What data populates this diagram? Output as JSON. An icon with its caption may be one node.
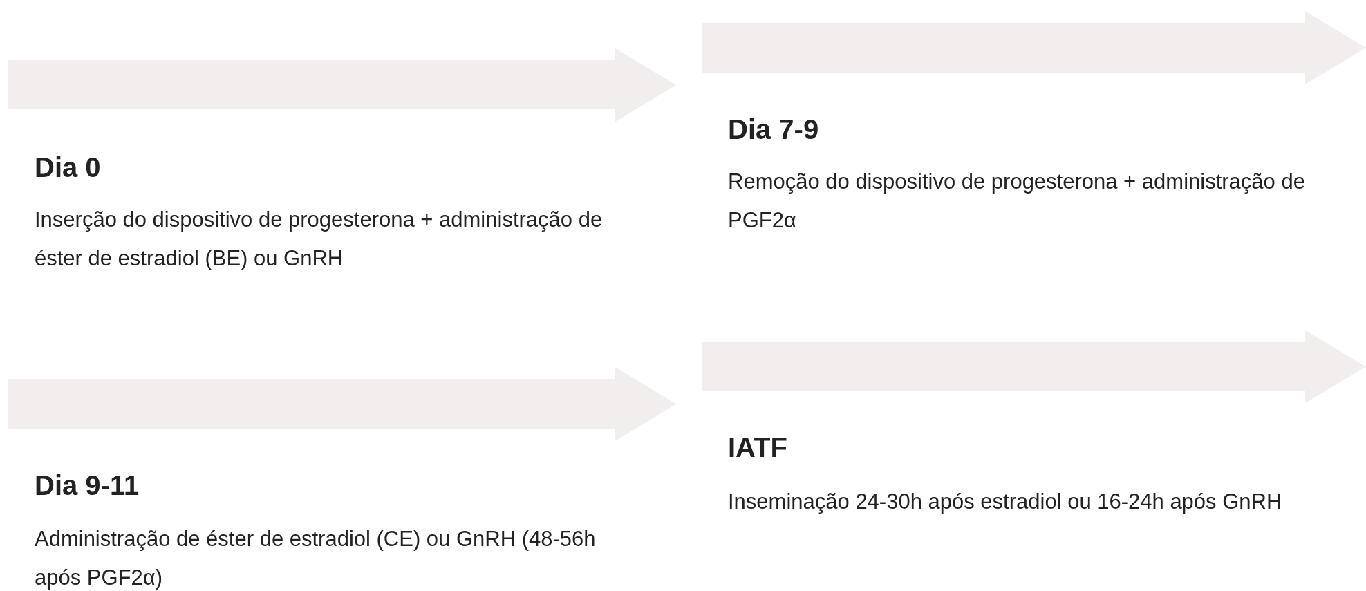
{
  "diagram": {
    "nodes": [
      {
        "text": [
          "Dia 0",
          "Inserção do dispositivo de progesterona + administração de éster de estradiol (BE) ou GnRH"
        ]
      },
      {
        "text": [
          "Dia 7-9",
          "Remoção do dispositivo de progesterona + administração de PGF2α"
        ]
      },
      {
        "text": [
          "Dia 9-11",
          "Administração de éster de estradiol (CE) ou GnRH (48-56h após PGF2α)"
        ]
      },
      {
        "text": [
          "IATF",
          "Inseminação 24-30h após estradiol ou 16-24h após GnRH"
        ]
      }
    ]
  }
}
